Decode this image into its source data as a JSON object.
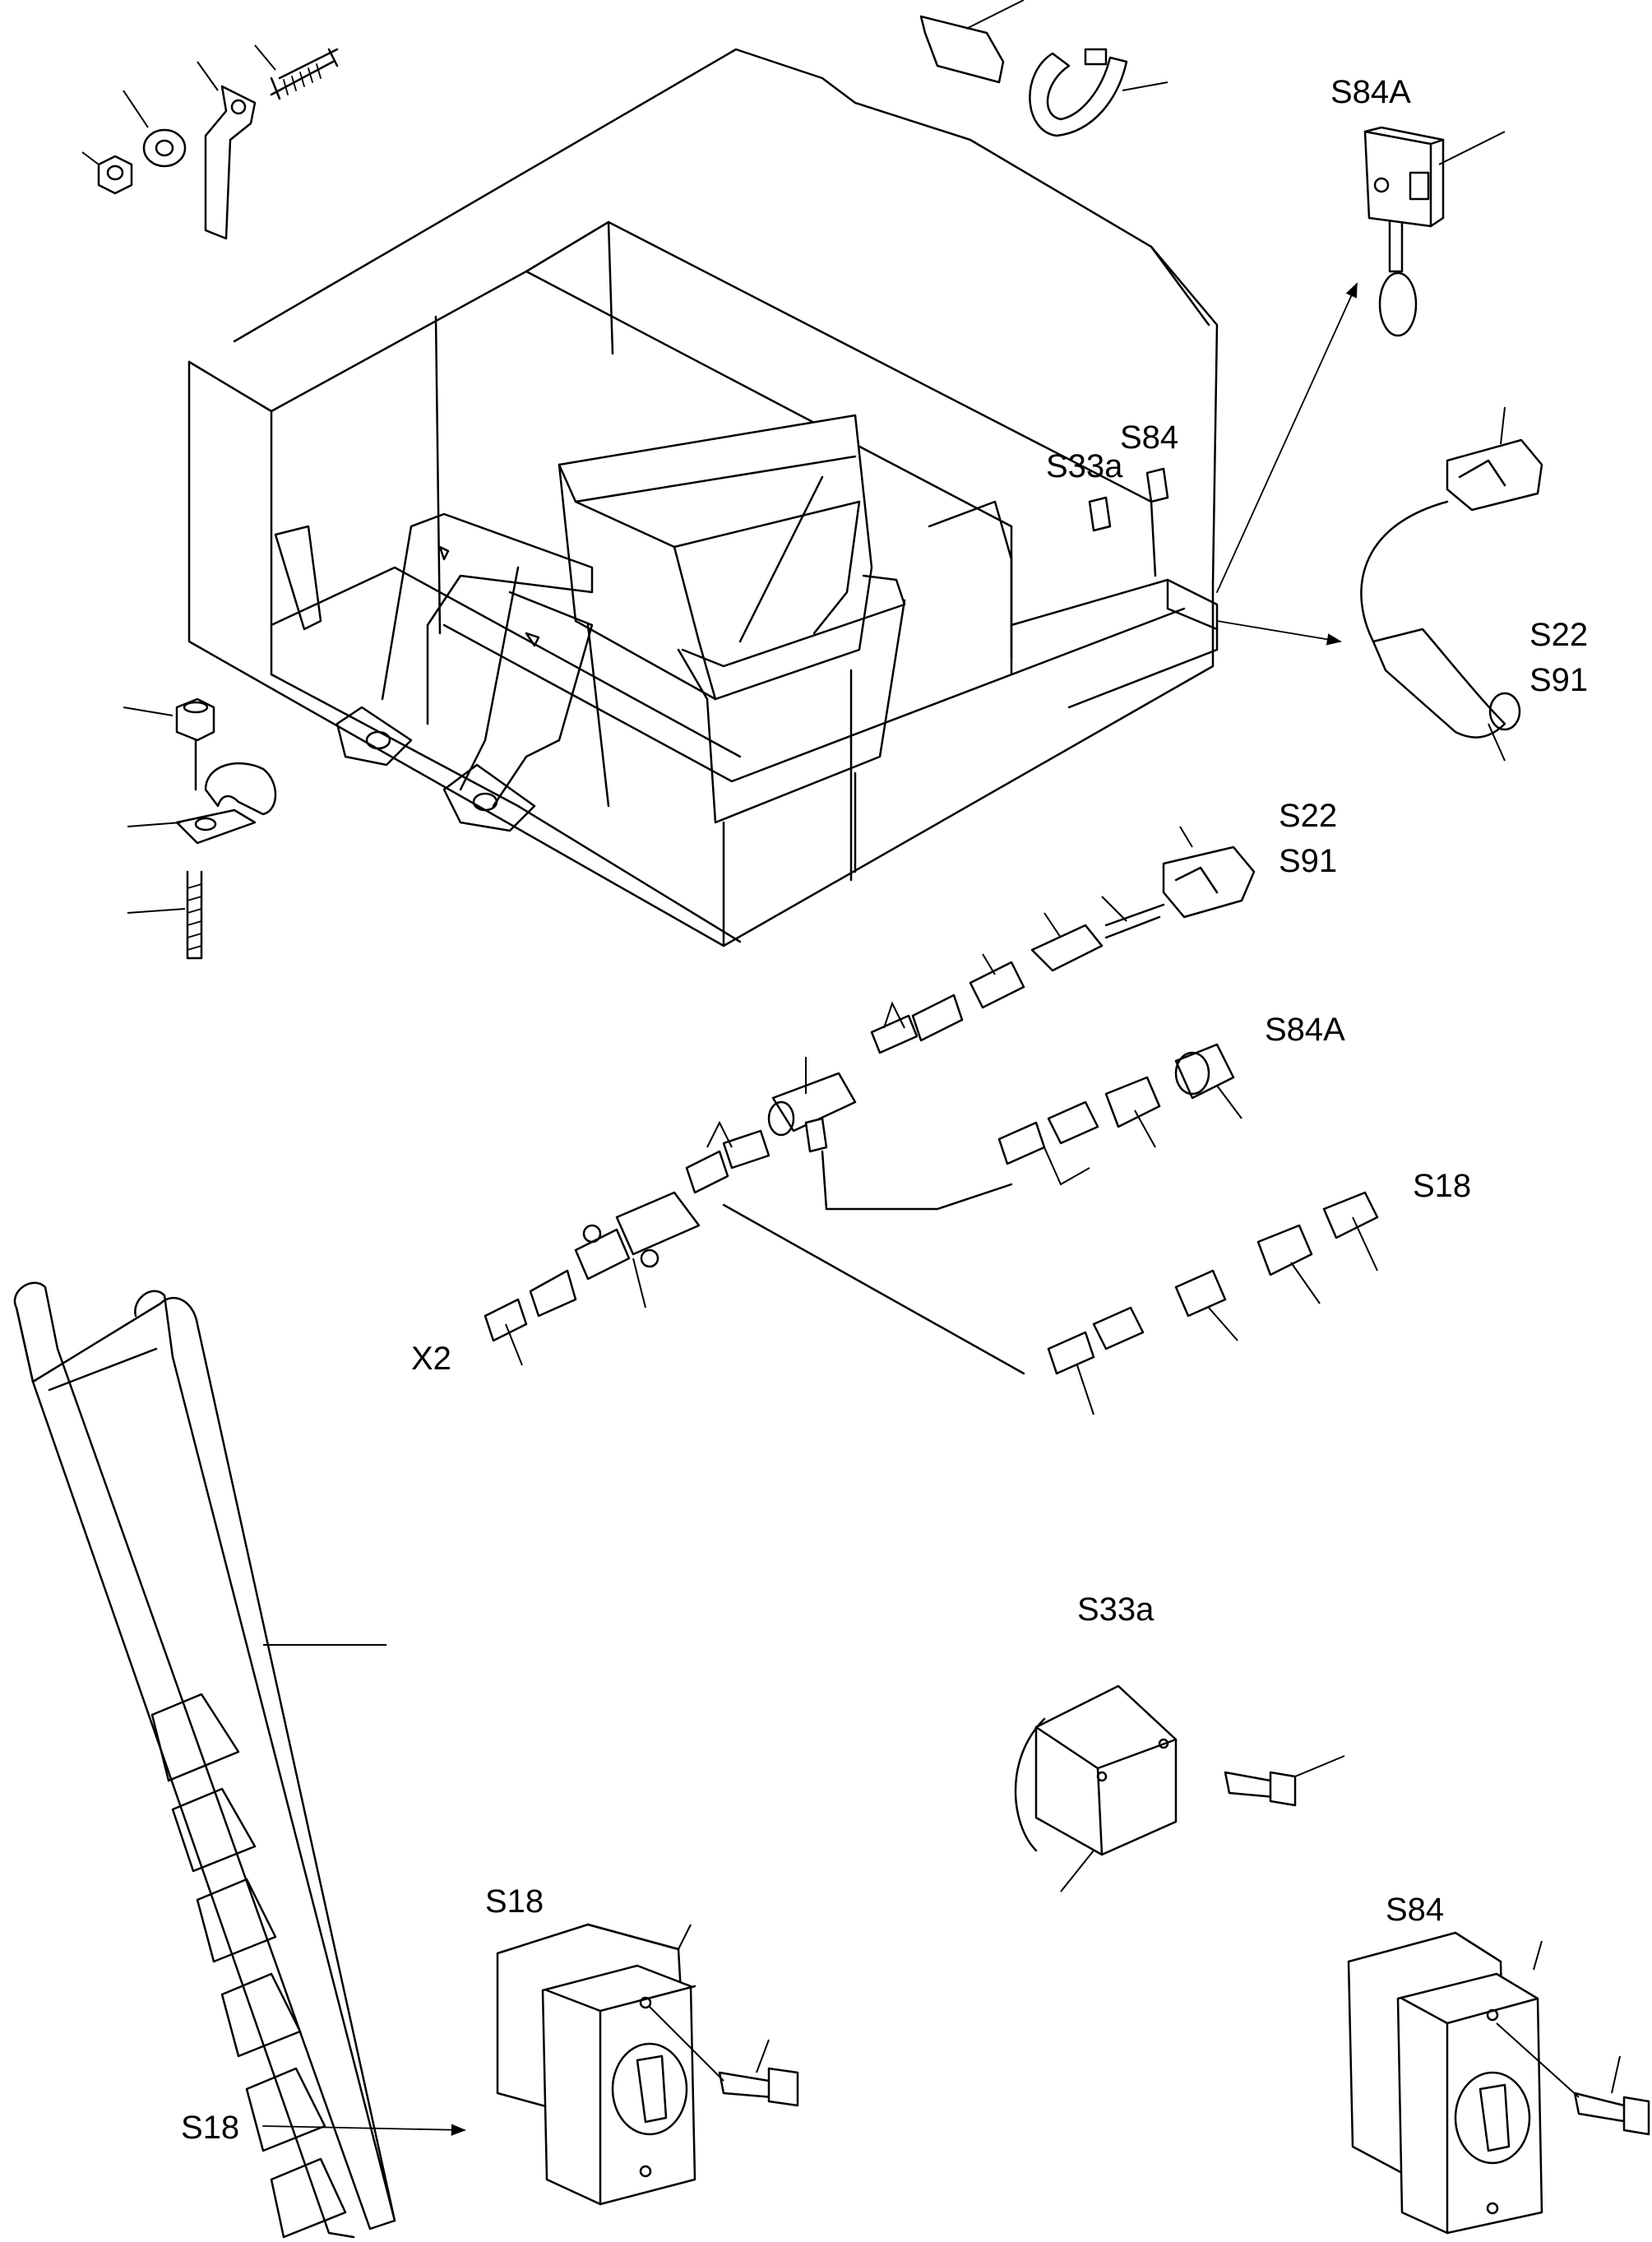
{
  "labels": {
    "s84a_top": "S84A",
    "s33a_panel": "S33a",
    "s84_panel": "S84",
    "s22_right": "S22",
    "s91_right": "S91",
    "s22_conn": "S22",
    "s91_conn": "S91",
    "s84a_conn": "S84A",
    "s18_conn": "S18",
    "x2": "X2",
    "s33a_detail": "S33a",
    "s18_detail": "S18",
    "s84_detail": "S84",
    "s18_ladder": "S18"
  }
}
